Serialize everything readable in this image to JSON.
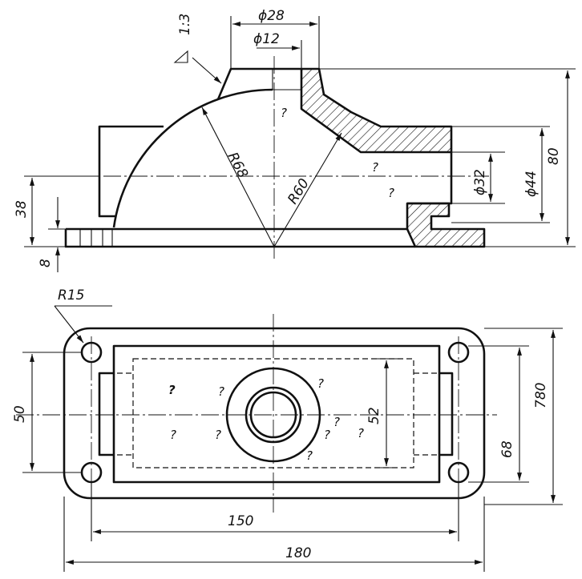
{
  "front_view": {
    "dims": {
      "d28": "ϕ28",
      "d12": "ϕ12",
      "taper": "1:3",
      "r68": "R68",
      "r60": "R60",
      "d32": "ϕ32",
      "d44": "ϕ44",
      "h80": "80",
      "h38": "38",
      "h8": "8"
    },
    "questions": [
      "?",
      "?",
      "?"
    ]
  },
  "top_view": {
    "dims": {
      "r15": "R15",
      "w50": "50",
      "w52": "52",
      "w68": "68",
      "w780": "780",
      "l150": "150",
      "l180": "180"
    },
    "questions": [
      "?",
      "?",
      "?",
      "?",
      "?",
      "?",
      "?",
      "?",
      "?"
    ]
  },
  "colors": {
    "ink": "#111111",
    "paper": "#ffffff"
  }
}
